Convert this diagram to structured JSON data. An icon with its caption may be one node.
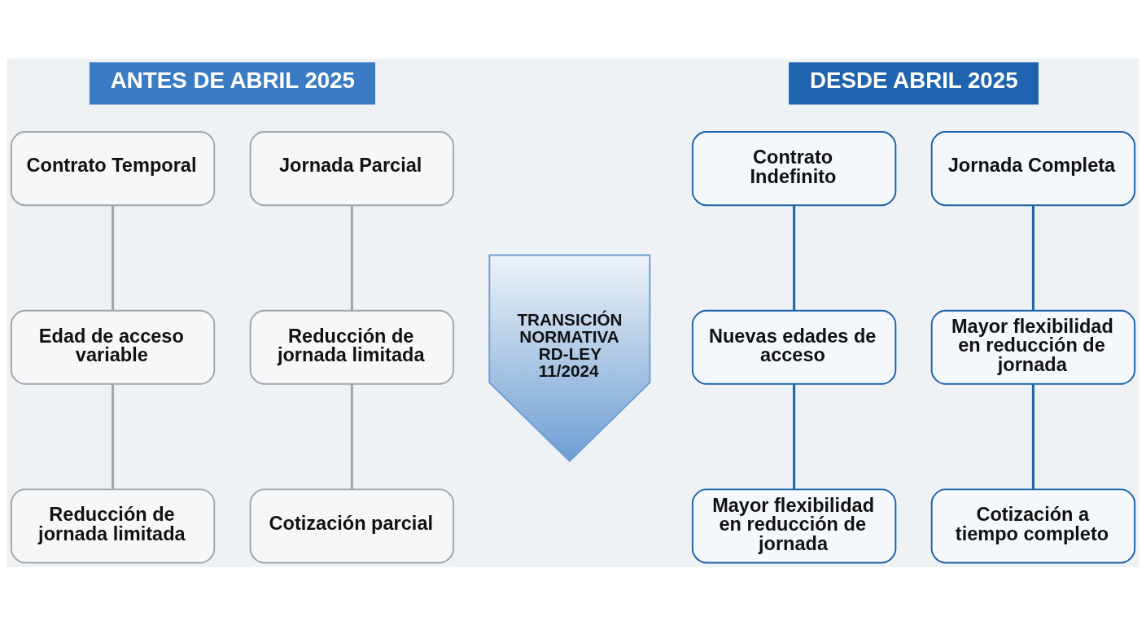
{
  "diagram": {
    "nodes": [
      {
        "text": [
          "ANTES DE ABRIL 2025"
        ]
      },
      {
        "text": [
          "Contrato Temporal"
        ]
      },
      {
        "text": [
          "Jornada Parcial"
        ]
      },
      {
        "text": [
          "Edad de acceso variable"
        ]
      },
      {
        "text": [
          "Reducción de jornada limitada"
        ]
      },
      {
        "text": [
          "Reducción de jornada limitada"
        ]
      },
      {
        "text": [
          "Cotización parcial"
        ]
      },
      {
        "text": [
          "TRANSICIÓN NORMATIVA",
          "RD-LEY 11/2024"
        ]
      },
      {
        "text": [
          "DESDE ABRIL 2025"
        ]
      },
      {
        "text": [
          "Contrato Indefinito"
        ]
      },
      {
        "text": [
          "Jornada Completa"
        ]
      },
      {
        "text": [
          "Nuevas edades de acceso"
        ]
      },
      {
        "text": [
          "Mayor flexibilidad en reducción de jornada"
        ]
      },
      {
        "text": [
          "Mayor flexibilidad en reducción de jornada"
        ]
      },
      {
        "text": [
          "Cotización a tiempo completo"
        ]
      }
    ],
    "edges": [
      {
        "from": 1,
        "to": 3,
        "arrow": "none",
        "color": "#a3a6a9"
      },
      {
        "from": 3,
        "to": 5,
        "arrow": "none",
        "color": "#a3a6a9"
      },
      {
        "from": 2,
        "to": 4,
        "arrow": "none",
        "color": "#a3a6a9"
      },
      {
        "from": 4,
        "to": 6,
        "arrow": "none",
        "color": "#a3a6a9"
      },
      {
        "from": 9,
        "to": 11,
        "arrow": "none",
        "color": "#1d63a8"
      },
      {
        "from": 11,
        "to": 13,
        "arrow": "none",
        "color": "#1d63a8"
      },
      {
        "from": 10,
        "to": 12,
        "arrow": "none",
        "color": "#1d63a8"
      },
      {
        "from": 12,
        "to": 14,
        "arrow": "none",
        "color": "#1d63a8"
      }
    ]
  }
}
